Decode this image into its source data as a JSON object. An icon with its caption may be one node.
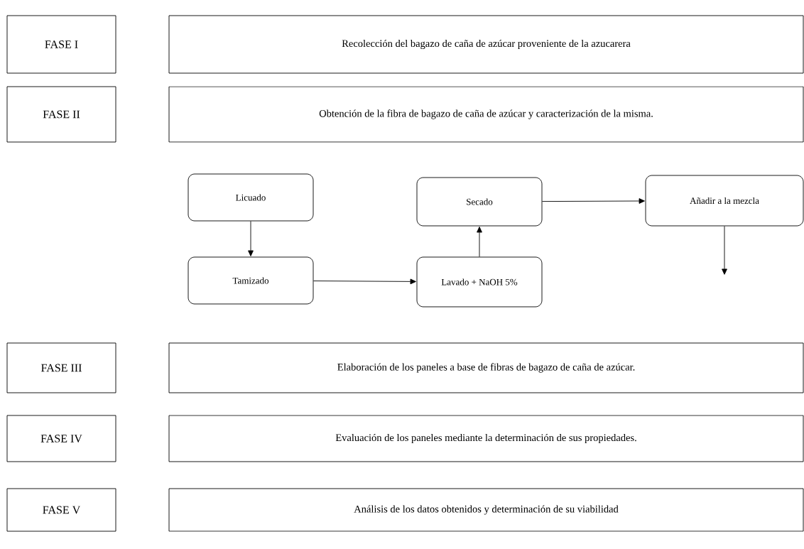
{
  "diagram": {
    "nodes": [
      {
        "text": [
          "FASE I"
        ]
      },
      {
        "text": [
          "Recolección del bagazo de caña de azúcar proveniente de la azucarera"
        ]
      },
      {
        "text": [
          "FASE II"
        ]
      },
      {
        "text": [
          "Obtención de la fibra de bagazo de caña de azúcar y caracterización de la misma."
        ]
      },
      {
        "text": [
          "Licuado"
        ]
      },
      {
        "text": [
          "Secado"
        ]
      },
      {
        "text": [
          "Añadir a la mezcla"
        ]
      },
      {
        "text": [
          "Tamizado"
        ]
      },
      {
        "text": [
          "Lavado + NaOH 5%"
        ]
      },
      {
        "text": [
          "FASE III"
        ]
      },
      {
        "text": [
          "Elaboración de los paneles a base de fibras de bagazo de caña de azúcar."
        ]
      },
      {
        "text": [
          "FASE IV"
        ]
      },
      {
        "text": [
          "Evaluación de los paneles mediante la determinación de sus propiedades."
        ]
      },
      {
        "text": [
          "FASE V"
        ]
      },
      {
        "text": [
          "Análisis de los datos obtenidos y determinación de su viabilidad"
        ]
      }
    ],
    "edges": [
      {
        "from": 4,
        "to": 7,
        "arrow": "to"
      },
      {
        "from": 7,
        "to": 8,
        "arrow": "to"
      },
      {
        "from": 8,
        "to": 5,
        "arrow": "to"
      },
      {
        "from": 5,
        "to": 6,
        "arrow": "to"
      },
      {
        "from": 6,
        "to": null,
        "arrow": "to"
      }
    ]
  }
}
